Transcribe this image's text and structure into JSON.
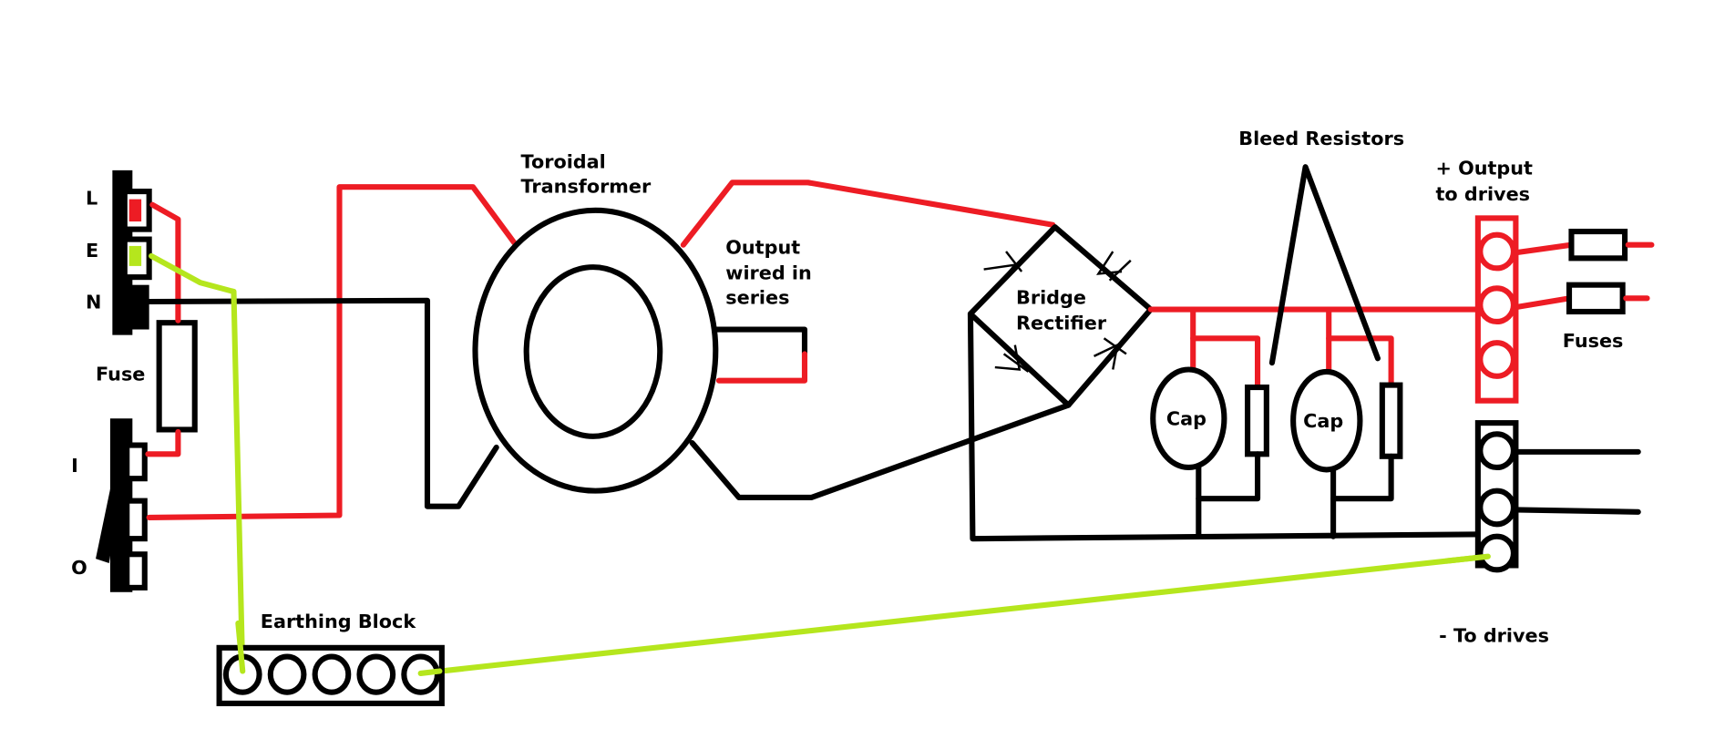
{
  "diagram": {
    "colors": {
      "live_wire": "#ed1c24",
      "earth_wire": "#b5e61d",
      "neutral_wire": "#000000",
      "background": "#ffffff"
    },
    "inlet": {
      "terminals": [
        {
          "label": "L"
        },
        {
          "label": "E"
        },
        {
          "label": "N"
        }
      ]
    },
    "switch": {
      "on_label": "I",
      "off_label": "O"
    },
    "labels": {
      "mains_fuse": "Fuse",
      "transformer": [
        "Toroidal",
        "Transformer"
      ],
      "output_note": [
        "Output",
        "wired in",
        "series"
      ],
      "rectifier": [
        "Bridge",
        "Rectifier"
      ],
      "capacitors": [
        "Cap",
        "Cap"
      ],
      "bleed_resistors": "Bleed Resistors",
      "positive_output": [
        "+ Output",
        "to drives"
      ],
      "output_fuses": "Fuses",
      "negative_output": "- To drives",
      "earthing_block": "Earthing Block"
    },
    "earthing_block": {
      "terminal_count": 5
    },
    "positive_block": {
      "terminal_count": 3
    },
    "negative_block": {
      "terminal_count": 3
    }
  }
}
